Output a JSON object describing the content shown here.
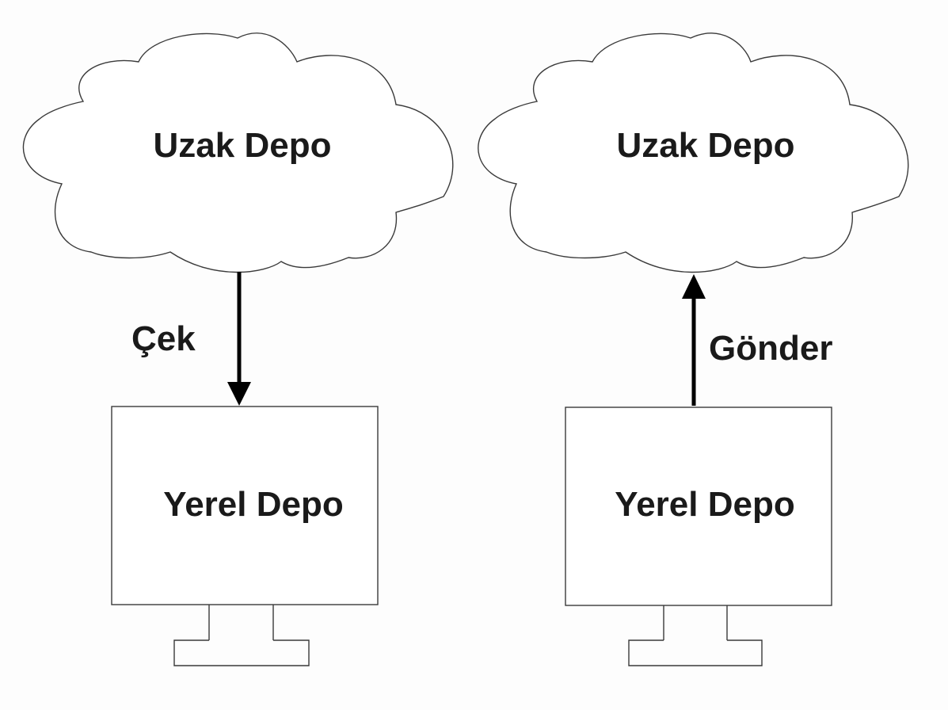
{
  "diagram": {
    "left": {
      "remote": {
        "label": "Uzak Depo"
      },
      "arrow": {
        "label": "Çek",
        "direction": "down"
      },
      "local": {
        "label": "Yerel Depo"
      }
    },
    "right": {
      "remote": {
        "label": "Uzak Depo"
      },
      "arrow": {
        "label": "Gönder",
        "direction": "up"
      },
      "local": {
        "label": "Yerel Depo"
      }
    }
  }
}
